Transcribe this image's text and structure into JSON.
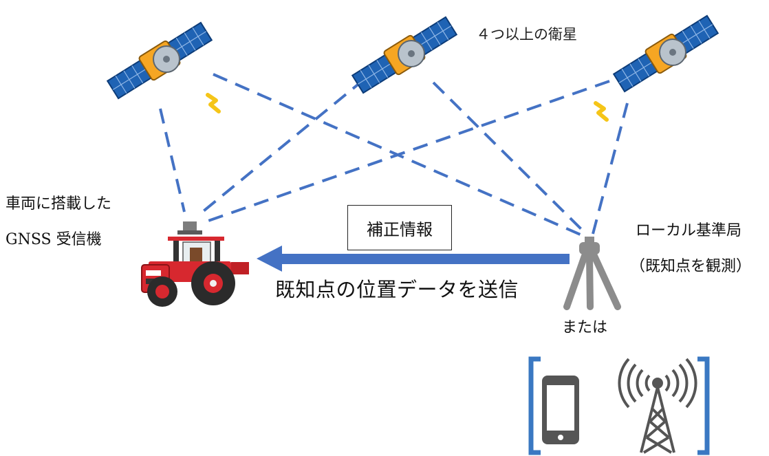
{
  "labels": {
    "satellites": "４つ以上の衛星",
    "vehicle_line1": "車両に搭載した",
    "vehicle_line2": "GNSS 受信機",
    "base_line1": "ローカル基準局",
    "base_line2": "（既知点を観測）",
    "correction": "補正情報",
    "send": "既知点の位置データを送信",
    "or": "または"
  },
  "icons": [
    "satellite-icon",
    "tractor-icon",
    "tripod-antenna-icon",
    "smartphone-icon",
    "radio-tower-icon",
    "signal-zigzag-icon"
  ],
  "colors": {
    "link_dash": "#4472c4",
    "arrow": "#4472c4",
    "signal": "#f5c518",
    "bracket": "#3a78c2",
    "tractor_red": "#d7282f",
    "satellite_panel": "#1f63b4",
    "satellite_body": "#f6a623",
    "device_gray": "#555555"
  }
}
